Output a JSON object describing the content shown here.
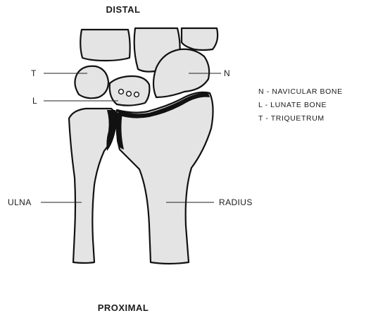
{
  "diagram": {
    "top_label": "DISTAL",
    "bottom_label": "PROXIMAL",
    "labels": {
      "t": "T",
      "l": "L",
      "n": "N",
      "ulna": "ULNA",
      "radius": "RADIUS"
    },
    "legend": [
      "N - NAVICULAR BONE",
      "L - LUNATE BONE",
      "T - TRIQUETRUM"
    ]
  }
}
